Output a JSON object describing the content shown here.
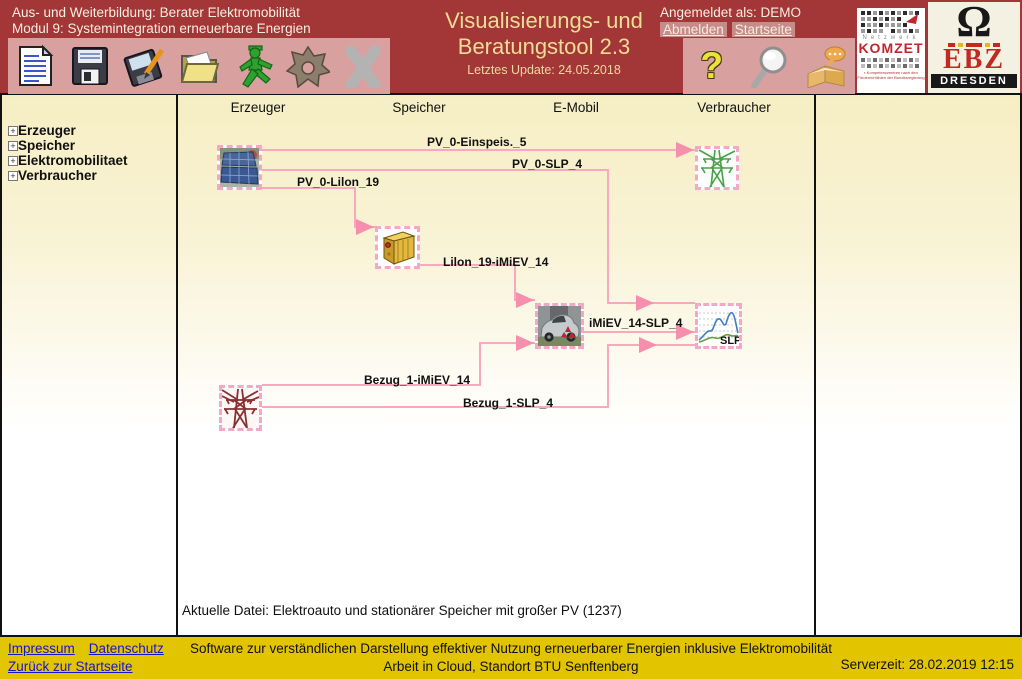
{
  "colors": {
    "header_bg": "#a33636",
    "toolbar_bg": "#d9a0a0",
    "footer_gold": "#e2c400",
    "link_blue": "#1515c8",
    "connection_pink": "#f8a9bd",
    "title_text": "#f0dc96"
  },
  "header": {
    "course_line1": "Aus- und Weiterbildung: Berater Elektromobilität",
    "course_line2": "Modul 9: Systemintegration erneuerbare Energien",
    "title_line1": "Visualisierungs- und",
    "title_line2": "Beratungstool 2.3",
    "last_update": "Letztes Update: 24.05.2018",
    "logged_in": "Angemeldet als: DEMO",
    "logout": "Abmelden",
    "home": "Startseite",
    "help_glyph": "?",
    "toolbar_icons": [
      "new-document",
      "save",
      "save-as",
      "open-folder",
      "run-simulation",
      "settings",
      "close-disabled"
    ],
    "right_icons": [
      "help",
      "zoom",
      "glossary-feedback"
    ]
  },
  "logos": {
    "komzet_network": "Netzwerk",
    "komzet_name": "KOMZET",
    "ebz_omega": "Ω",
    "ebz_name": "EBZ",
    "ebz_city": "DRESDEN"
  },
  "sidebar": {
    "expander_glyph": "+",
    "items": [
      {
        "label": "Erzeuger"
      },
      {
        "label": "Speicher"
      },
      {
        "label": "Elektromobilitaet"
      },
      {
        "label": "Verbraucher"
      }
    ]
  },
  "canvas": {
    "columns": [
      "Erzeuger",
      "Speicher",
      "E-Mobil",
      "Verbraucher"
    ],
    "nodes": [
      {
        "id": "PV_0",
        "icon": "solar-panel",
        "column": "Erzeuger"
      },
      {
        "id": "Einspeis._5",
        "icon": "feed-in-pylon-green",
        "column": "Verbraucher"
      },
      {
        "id": "Lilon_19",
        "icon": "lithium-ion-battery",
        "column": "Speicher"
      },
      {
        "id": "iMiEV_14",
        "icon": "electric-car",
        "column": "E-Mobil"
      },
      {
        "id": "SLP_4",
        "icon": "load-profile-chart",
        "column": "Verbraucher"
      },
      {
        "id": "Bezug_1",
        "icon": "grid-supply-pylon-red",
        "column": "Erzeuger"
      }
    ],
    "slp_label": "SLP",
    "connections": [
      {
        "label": "PV_0-Einspeis._5"
      },
      {
        "label": "PV_0-SLP_4"
      },
      {
        "label": "PV_0-Lilon_19"
      },
      {
        "label": "Lilon_19-iMiEV_14"
      },
      {
        "label": "iMiEV_14-SLP_4"
      },
      {
        "label": "Bezug_1-iMiEV_14"
      },
      {
        "label": "Bezug_1-SLP_4"
      }
    ],
    "current_file": "Aktuelle Datei: Elektroauto und stationärer Speicher mit großer PV (1237)"
  },
  "footer": {
    "link_impressum": "Impressum",
    "link_datenschutz": "Datenschutz",
    "link_startseite": "Zurück zur Startseite",
    "center_line1": "Software zur verständlichen Darstellung effektiver Nutzung erneuerbarer Energien inklusive Elektromobilität",
    "center_line2": "Arbeit in Cloud, Standort BTU Senftenberg",
    "server_time": "Serverzeit: 28.02.2019 12:15"
  }
}
